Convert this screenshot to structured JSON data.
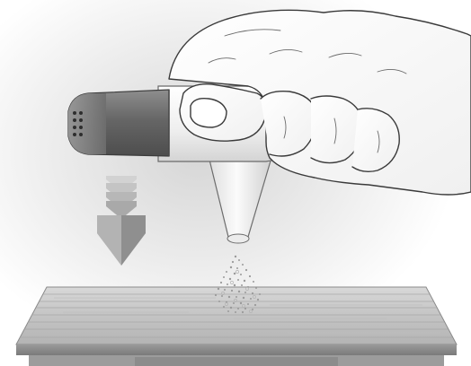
{
  "figure": {
    "components": [
      "hand-icon",
      "dispenser-body",
      "dispenser-cap",
      "dispenser-nozzle",
      "powder-particles",
      "down-arrow-icon",
      "table-surface"
    ]
  },
  "colors": {
    "background_glow": "#e2e2e2",
    "hand_fill": "#ffffff",
    "hand_outline": "#3a3a3a",
    "cap_dark": "#5e5e5e",
    "cap_mid": "#8f8f8f",
    "body_light": "#f4f4f4",
    "nozzle": "#f7f7f7",
    "arrow_dark": "#6d6d6d",
    "arrow_light": "#bdbdbd",
    "table_top": "#c9c9c9",
    "table_edge": "#8a8a8a"
  }
}
